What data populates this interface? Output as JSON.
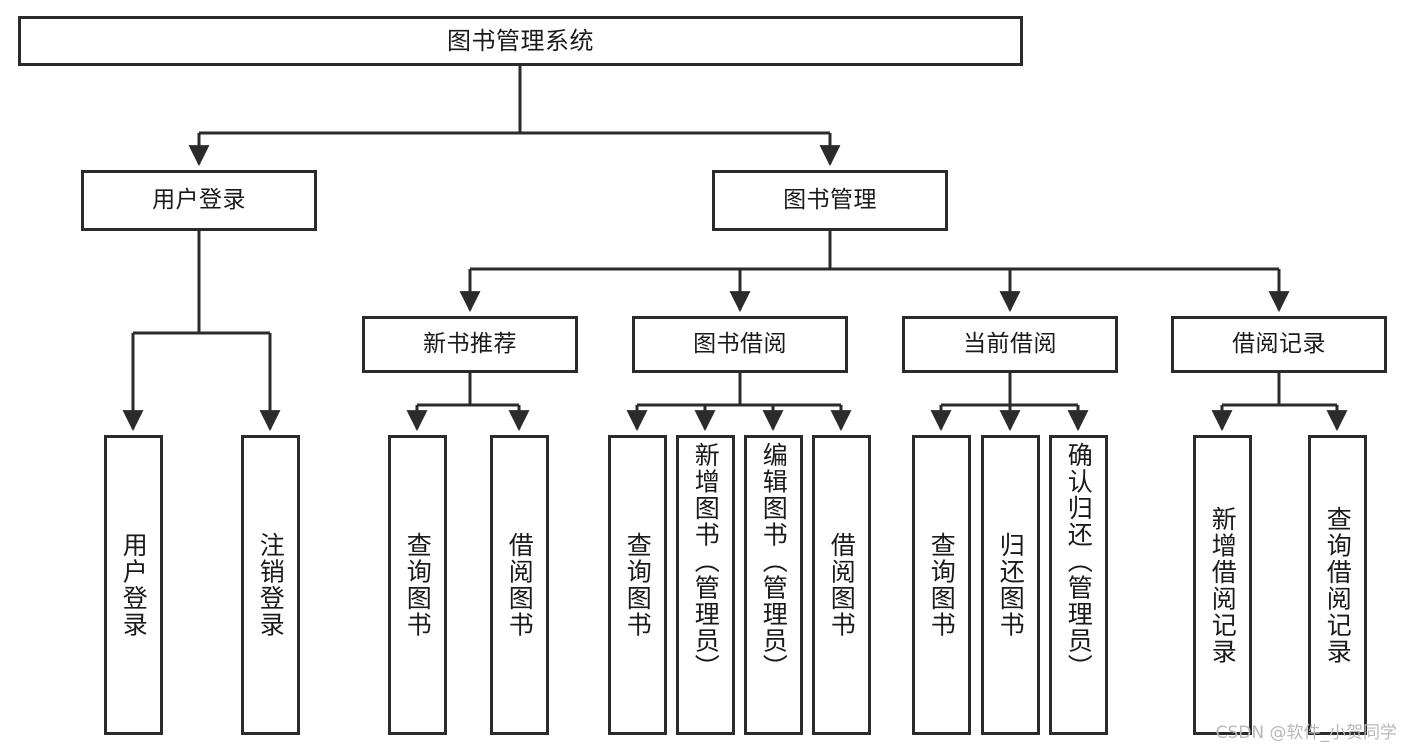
{
  "diagram": {
    "type": "tree-hierarchy-chart",
    "title": "图书管理系统",
    "watermark": "CSDN @软件_小贺同学",
    "colors": {
      "box_border": "#2b2b2b",
      "box_fill": "#ffffff",
      "edge": "#2b2b2b",
      "text": "#1a1a1a",
      "watermark": "#b9b9b9",
      "background": "#ffffff"
    },
    "levels": {
      "root": {
        "label": "图书管理系统"
      },
      "level2": [
        {
          "label": "用户登录"
        },
        {
          "label": "图书管理"
        }
      ],
      "level3": [
        {
          "label": "新书推荐"
        },
        {
          "label": "图书借阅"
        },
        {
          "label": "当前借阅"
        },
        {
          "label": "借阅记录"
        }
      ],
      "leaves": {
        "user_login": [
          {
            "label": "用户登录"
          },
          {
            "label": "注销登录"
          }
        ],
        "new_book_recommend": [
          {
            "label": "查询图书"
          },
          {
            "label": "借阅图书"
          }
        ],
        "book_borrow": [
          {
            "label": "查询图书"
          },
          {
            "label": "新增图书（管理员）"
          },
          {
            "label": "编辑图书（管理员）"
          },
          {
            "label": "借阅图书"
          }
        ],
        "current_borrow": [
          {
            "label": "查询图书"
          },
          {
            "label": "归还图书"
          },
          {
            "label": "确认归还（管理员）"
          }
        ],
        "borrow_record": [
          {
            "label": "新增借阅记录"
          },
          {
            "label": "查询借阅记录"
          }
        ]
      }
    }
  }
}
